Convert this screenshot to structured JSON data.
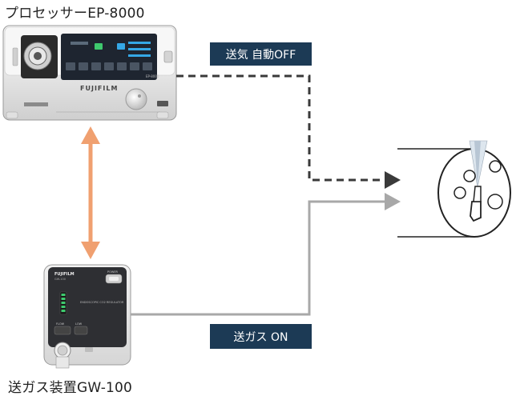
{
  "processor": {
    "title": "プロセッサーEP-8000",
    "brand": "FUJIFILM",
    "model": "EP-8000"
  },
  "regulator": {
    "title": "送ガス装置GW-100",
    "brand": "FUJIFILM",
    "model": "GW-100",
    "power_label": "POWER",
    "panel_label": "ENDOSCOPIC CO2 REGULATOR",
    "flow_label": "FLOW",
    "low_label": "LOW"
  },
  "labels": {
    "air_off": "送気 自動OFF",
    "gas_on": "送ガス ON"
  },
  "colors": {
    "tag_bg": "#1c3a55",
    "orange_arrow": "#f0a070",
    "dashed_line": "#3a3a3a",
    "gray_line": "#a8a8a8"
  }
}
